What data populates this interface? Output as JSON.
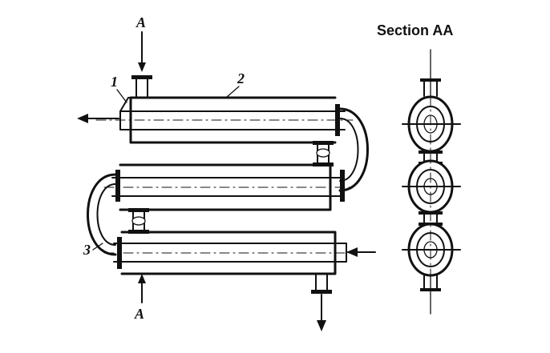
{
  "diagram": {
    "section_title": "Section AA",
    "labels": {
      "part_1": "1",
      "part_2": "2",
      "part_3": "3",
      "section_mark_top": "A",
      "section_mark_bottom": "A"
    },
    "parts": [
      {
        "id": "1",
        "name": "inner-tube"
      },
      {
        "id": "2",
        "name": "outer-tube"
      },
      {
        "id": "3",
        "name": "u-bend"
      }
    ],
    "views": [
      "front-view",
      "section-aa-view"
    ]
  }
}
